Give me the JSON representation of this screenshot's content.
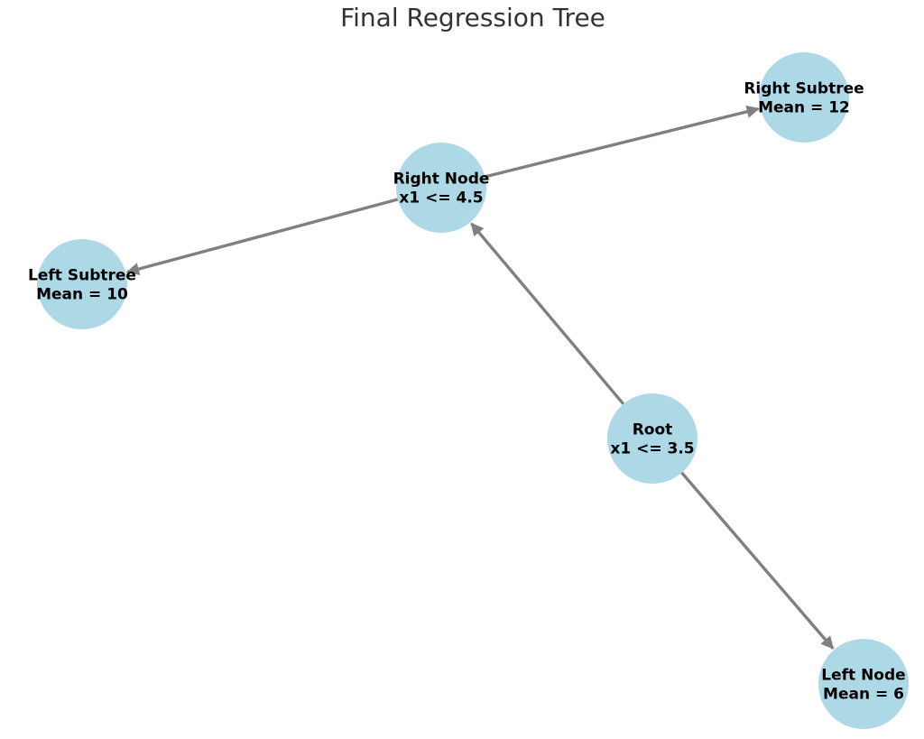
{
  "title": "Final Regression Tree",
  "colors": {
    "node_fill": "#add8e6",
    "edge": "#808080",
    "title": "#333333",
    "label": "#000000"
  },
  "nodes": [
    {
      "id": "root",
      "lines": [
        "Root",
        "x1 <= 3.5"
      ]
    },
    {
      "id": "left-node",
      "lines": [
        "Left Node",
        "Mean = 6"
      ]
    },
    {
      "id": "right-node",
      "lines": [
        "Right Node",
        "x1 <= 4.5"
      ]
    },
    {
      "id": "left-subtree",
      "lines": [
        "Left Subtree",
        "Mean = 10"
      ]
    },
    {
      "id": "right-subtree",
      "lines": [
        "Right Subtree",
        "Mean = 12"
      ]
    }
  ],
  "edges": [
    {
      "from": "root",
      "to": "left-node"
    },
    {
      "from": "root",
      "to": "right-node"
    },
    {
      "from": "right-node",
      "to": "left-subtree"
    },
    {
      "from": "right-node",
      "to": "right-subtree"
    }
  ]
}
